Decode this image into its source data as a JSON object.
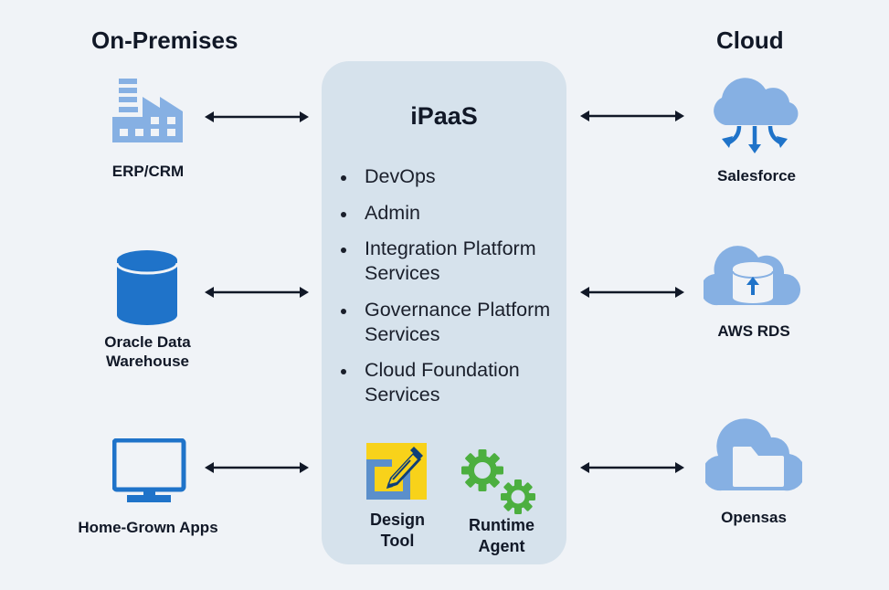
{
  "sections": {
    "on_premises": {
      "heading": "On-Premises",
      "items": [
        {
          "label": "ERP/CRM",
          "icon": "factory-icon"
        },
        {
          "label": "Oracle Data Warehouse",
          "label_lines": [
            "Oracle Data",
            "Warehouse"
          ],
          "icon": "database-icon"
        },
        {
          "label": "Home-Grown Apps",
          "icon": "monitor-icon"
        }
      ]
    },
    "cloud": {
      "heading": "Cloud",
      "items": [
        {
          "label": "Salesforce",
          "icon": "cloud-download-icon"
        },
        {
          "label": "AWS RDS",
          "icon": "cloud-database-icon"
        },
        {
          "label": "Opensas",
          "icon": "cloud-folder-icon"
        }
      ]
    }
  },
  "ipaas": {
    "title": "iPaaS",
    "services": [
      {
        "lines": [
          "DevOps"
        ]
      },
      {
        "lines": [
          "Admin"
        ]
      },
      {
        "lines": [
          "Integration Platform",
          "Services"
        ]
      },
      {
        "lines": [
          "Governance Platform",
          "Services"
        ]
      },
      {
        "lines": [
          "Cloud Foundation",
          "Services"
        ]
      }
    ],
    "components": [
      {
        "label_lines": [
          "Design",
          "Tool"
        ],
        "icon": "design-tool-icon"
      },
      {
        "label_lines": [
          "Runtime",
          "Agent"
        ],
        "icon": "gears-icon"
      }
    ]
  },
  "colors": {
    "background": "#f0f3f7",
    "ipaas_panel": "#d6e2ec",
    "icon_light_blue": "#86b0e3",
    "icon_blue": "#1f73c9",
    "yellow": "#f8d21a",
    "green": "#4caf3f",
    "arrow": "#111827"
  }
}
